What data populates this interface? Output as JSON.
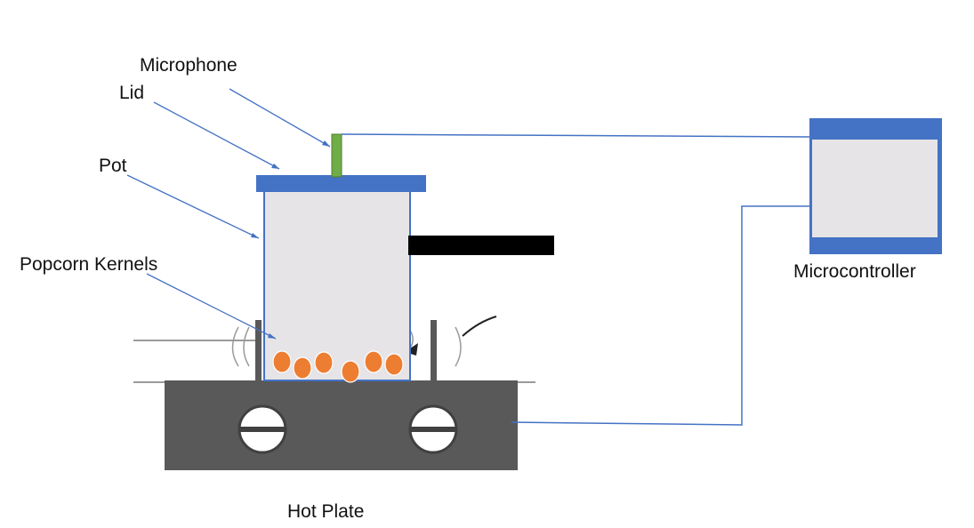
{
  "labels": {
    "microphone": "Microphone",
    "lid": "Lid",
    "pot": "Pot",
    "kernels": "Popcorn Kernels",
    "microcontroller": "Microcontroller",
    "hot_plate": "Hot Plate"
  },
  "colors": {
    "pot_fill": "#e6e4e6",
    "accent_blue": "#4472c4",
    "microphone_green": "#70ad47",
    "kernel_orange": "#ed7d31",
    "hot_plate_gray": "#595959",
    "handle_black": "#000000"
  }
}
